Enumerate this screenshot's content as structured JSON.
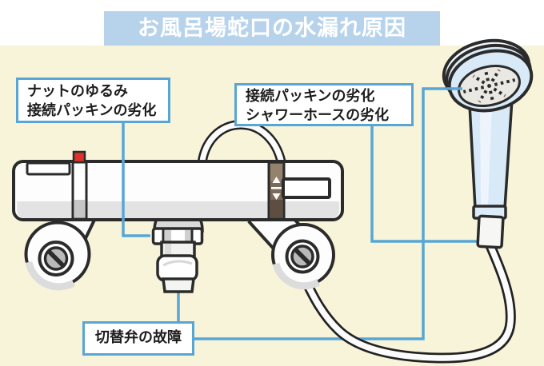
{
  "title": {
    "text": "お風呂場蛇口の水漏れ原因"
  },
  "labels": {
    "nut_packing": {
      "lines": [
        "ナットのゆるみ",
        "接続パッキンの劣化"
      ]
    },
    "packing_hose": {
      "lines": [
        "接続パッキンの劣化",
        "シャワーホースの劣化"
      ]
    },
    "diverter": {
      "text": "切替弁の故障"
    }
  },
  "colors": {
    "background": "#f8f4da",
    "top_strip": "#ffffff",
    "banner_blue": "#b7d3ec",
    "accent_blue": "#58a6d6",
    "outline_dark": "#2b2b2b",
    "faucet_white": "#fdfdfd",
    "shade_gray": "#e3e3e3",
    "screw_gray": "#b9b9b9",
    "indicator_red": "#e0322a",
    "diverter_brown": "#7c6a5a",
    "shower_blue": "#d8e9f7",
    "faceplate_gray": "#e9e8e3"
  }
}
